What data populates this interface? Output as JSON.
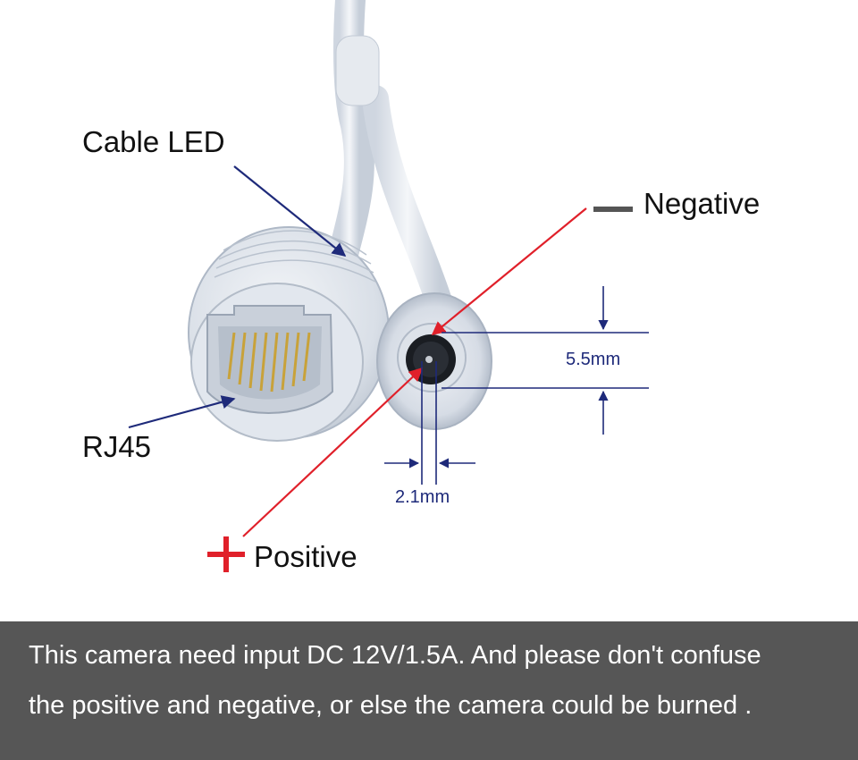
{
  "labels": {
    "cable_led": "Cable LED",
    "negative": "Negative",
    "rj45": "RJ45",
    "positive": "Positive"
  },
  "dimensions": {
    "outer_diameter": "5.5mm",
    "inner_diameter": "2.1mm"
  },
  "footer": {
    "line1": "This camera need input DC 12V/1.5A. And please don't confuse",
    "line2": "the positive and negative, or else the camera could be burned ."
  },
  "colors": {
    "label_arrow": "#1e2a7a",
    "polarity_arrow": "#e0202a",
    "footer_bg": "#565656",
    "footer_text": "#ffffff"
  }
}
